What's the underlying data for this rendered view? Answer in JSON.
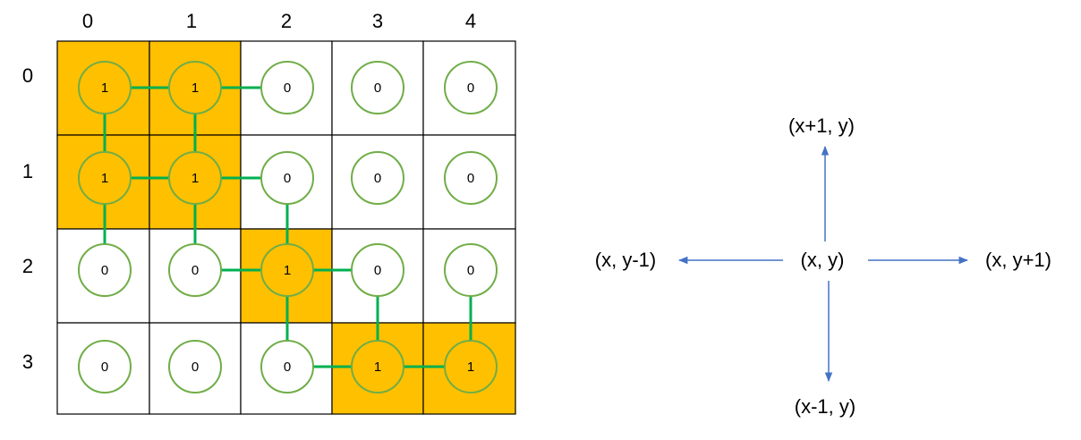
{
  "grid": {
    "col_headers": [
      "0",
      "1",
      "2",
      "3",
      "4"
    ],
    "row_headers": [
      "0",
      "1",
      "2",
      "3"
    ],
    "values": [
      [
        "1",
        "1",
        "0",
        "0",
        "0"
      ],
      [
        "1",
        "1",
        "0",
        "0",
        "0"
      ],
      [
        "0",
        "0",
        "1",
        "0",
        "0"
      ],
      [
        "0",
        "0",
        "0",
        "1",
        "1"
      ]
    ],
    "links": [
      [
        [
          0,
          0
        ],
        [
          0,
          1
        ]
      ],
      [
        [
          0,
          1
        ],
        [
          0,
          2
        ]
      ],
      [
        [
          0,
          0
        ],
        [
          1,
          0
        ]
      ],
      [
        [
          0,
          1
        ],
        [
          1,
          1
        ]
      ],
      [
        [
          1,
          0
        ],
        [
          1,
          1
        ]
      ],
      [
        [
          1,
          1
        ],
        [
          1,
          2
        ]
      ],
      [
        [
          1,
          0
        ],
        [
          2,
          0
        ]
      ],
      [
        [
          1,
          1
        ],
        [
          2,
          1
        ]
      ],
      [
        [
          1,
          2
        ],
        [
          2,
          2
        ]
      ],
      [
        [
          2,
          1
        ],
        [
          2,
          2
        ]
      ],
      [
        [
          2,
          2
        ],
        [
          2,
          3
        ]
      ],
      [
        [
          2,
          3
        ],
        [
          3,
          3
        ]
      ],
      [
        [
          2,
          4
        ],
        [
          3,
          4
        ]
      ],
      [
        [
          2,
          2
        ],
        [
          3,
          2
        ]
      ],
      [
        [
          3,
          2
        ],
        [
          3,
          3
        ]
      ],
      [
        [
          3,
          3
        ],
        [
          3,
          4
        ]
      ]
    ]
  },
  "neighbors": {
    "center": "(x, y)",
    "up": "(x+1, y)",
    "down": "(x-1, y)",
    "left": "(x, y-1)",
    "right": "(x, y+1)"
  },
  "colors": {
    "highlight_fill": "#FFC000",
    "circle_stroke": "#70AD47",
    "link": "#00B050",
    "cell_border": "#000000",
    "arrow": "#4472C4"
  }
}
